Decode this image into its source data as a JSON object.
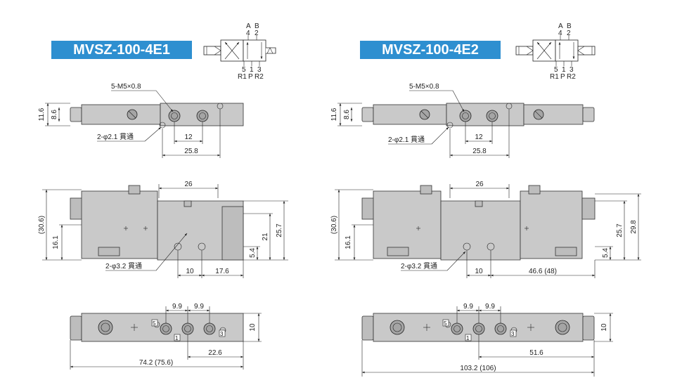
{
  "models": [
    {
      "id": "e1",
      "title": "MVSZ-100-4E1",
      "symbol": {
        "top_labels": [
          "A",
          "B"
        ],
        "top_ports": [
          "4",
          "2"
        ],
        "bottom_ports": [
          "5",
          "1",
          "3"
        ],
        "bottom_labels": [
          "R1",
          "P",
          "R2"
        ]
      },
      "top_view": {
        "screw_label": "5-M5×0.8",
        "hole_label": "2-φ2.1 貫通",
        "dim_height_outer": "11.6",
        "dim_height_inner": "8.6",
        "dim_pitch": "12",
        "dim_offset": "25.8"
      },
      "front_view": {
        "dim_top": "26",
        "dim_total_height": "(30.6)",
        "dim_height_a": "16.1",
        "dim_height_b": "21",
        "dim_height_c": "25.7",
        "dim_height_d": "5.4",
        "hole_label": "2-φ3.2 貫通",
        "dim_hole_a": "10",
        "dim_hole_b": "17.6"
      },
      "bottom_view": {
        "dim_pitch_a": "9.9",
        "dim_pitch_b": "9.9",
        "dim_width": "10",
        "dim_offset": "22.6",
        "dim_length": "74.2 (75.6)",
        "port_numbers": [
          "5",
          "1",
          "3"
        ]
      }
    },
    {
      "id": "e2",
      "title": "MVSZ-100-4E2",
      "symbol": {
        "top_labels": [
          "A",
          "B"
        ],
        "top_ports": [
          "4",
          "2"
        ],
        "bottom_ports": [
          "5",
          "1",
          "3"
        ],
        "bottom_labels": [
          "R1",
          "P",
          "R2"
        ]
      },
      "top_view": {
        "screw_label": "5-M5×0.8",
        "hole_label": "2-φ2.1 貫通",
        "dim_height_outer": "11.6",
        "dim_height_inner": "8.6",
        "dim_pitch": "12",
        "dim_offset": "25.8"
      },
      "front_view": {
        "dim_top": "26",
        "dim_total_height": "(30.6)",
        "dim_height_a": "16.1",
        "dim_height_b": "25.7",
        "dim_height_c": "29.8",
        "dim_height_d": "5.4",
        "hole_label": "2-φ3.2 貫通",
        "dim_hole_a": "10",
        "dim_hole_b": "46.6 (48)"
      },
      "bottom_view": {
        "dim_pitch_a": "9.9",
        "dim_pitch_b": "9.9",
        "dim_width": "10",
        "dim_offset": "51.6",
        "dim_length": "103.2 (106)",
        "port_numbers": [
          "5",
          "1",
          "3"
        ]
      }
    }
  ]
}
